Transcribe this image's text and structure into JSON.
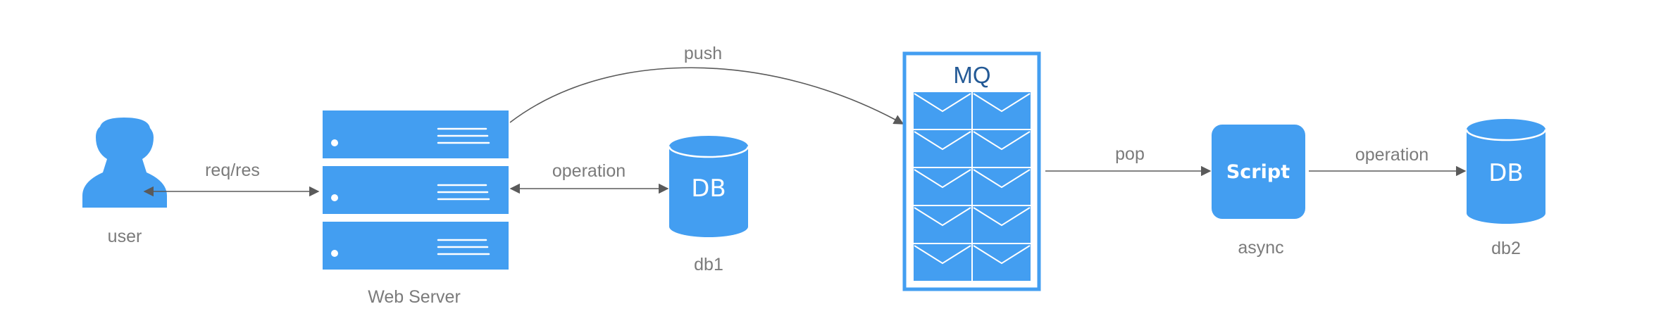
{
  "colors": {
    "primary_blue": "#439ef1",
    "mq_frame": "#439ef1",
    "mq_title": "#245a96",
    "label_gray": "#7b7b7b",
    "arrow_gray": "#5a5a5a"
  },
  "nodes": {
    "user": {
      "label": "user",
      "icon": "user-icon"
    },
    "web_server": {
      "label": "Web Server",
      "icon": "server-rack-icon"
    },
    "db1": {
      "label": "db1",
      "text": "DB",
      "icon": "database-icon"
    },
    "mq": {
      "title": "MQ",
      "icon": "message-queue-icon",
      "message_count": 10
    },
    "script": {
      "label": "async",
      "text": "Script"
    },
    "db2": {
      "label": "db2",
      "text": "DB",
      "icon": "database-icon"
    }
  },
  "edges": {
    "user_web": {
      "label": "req/res"
    },
    "web_db1": {
      "label": "operation"
    },
    "web_mq": {
      "label": "push"
    },
    "mq_script": {
      "label": "pop"
    },
    "script_db2": {
      "label": "operation"
    }
  }
}
